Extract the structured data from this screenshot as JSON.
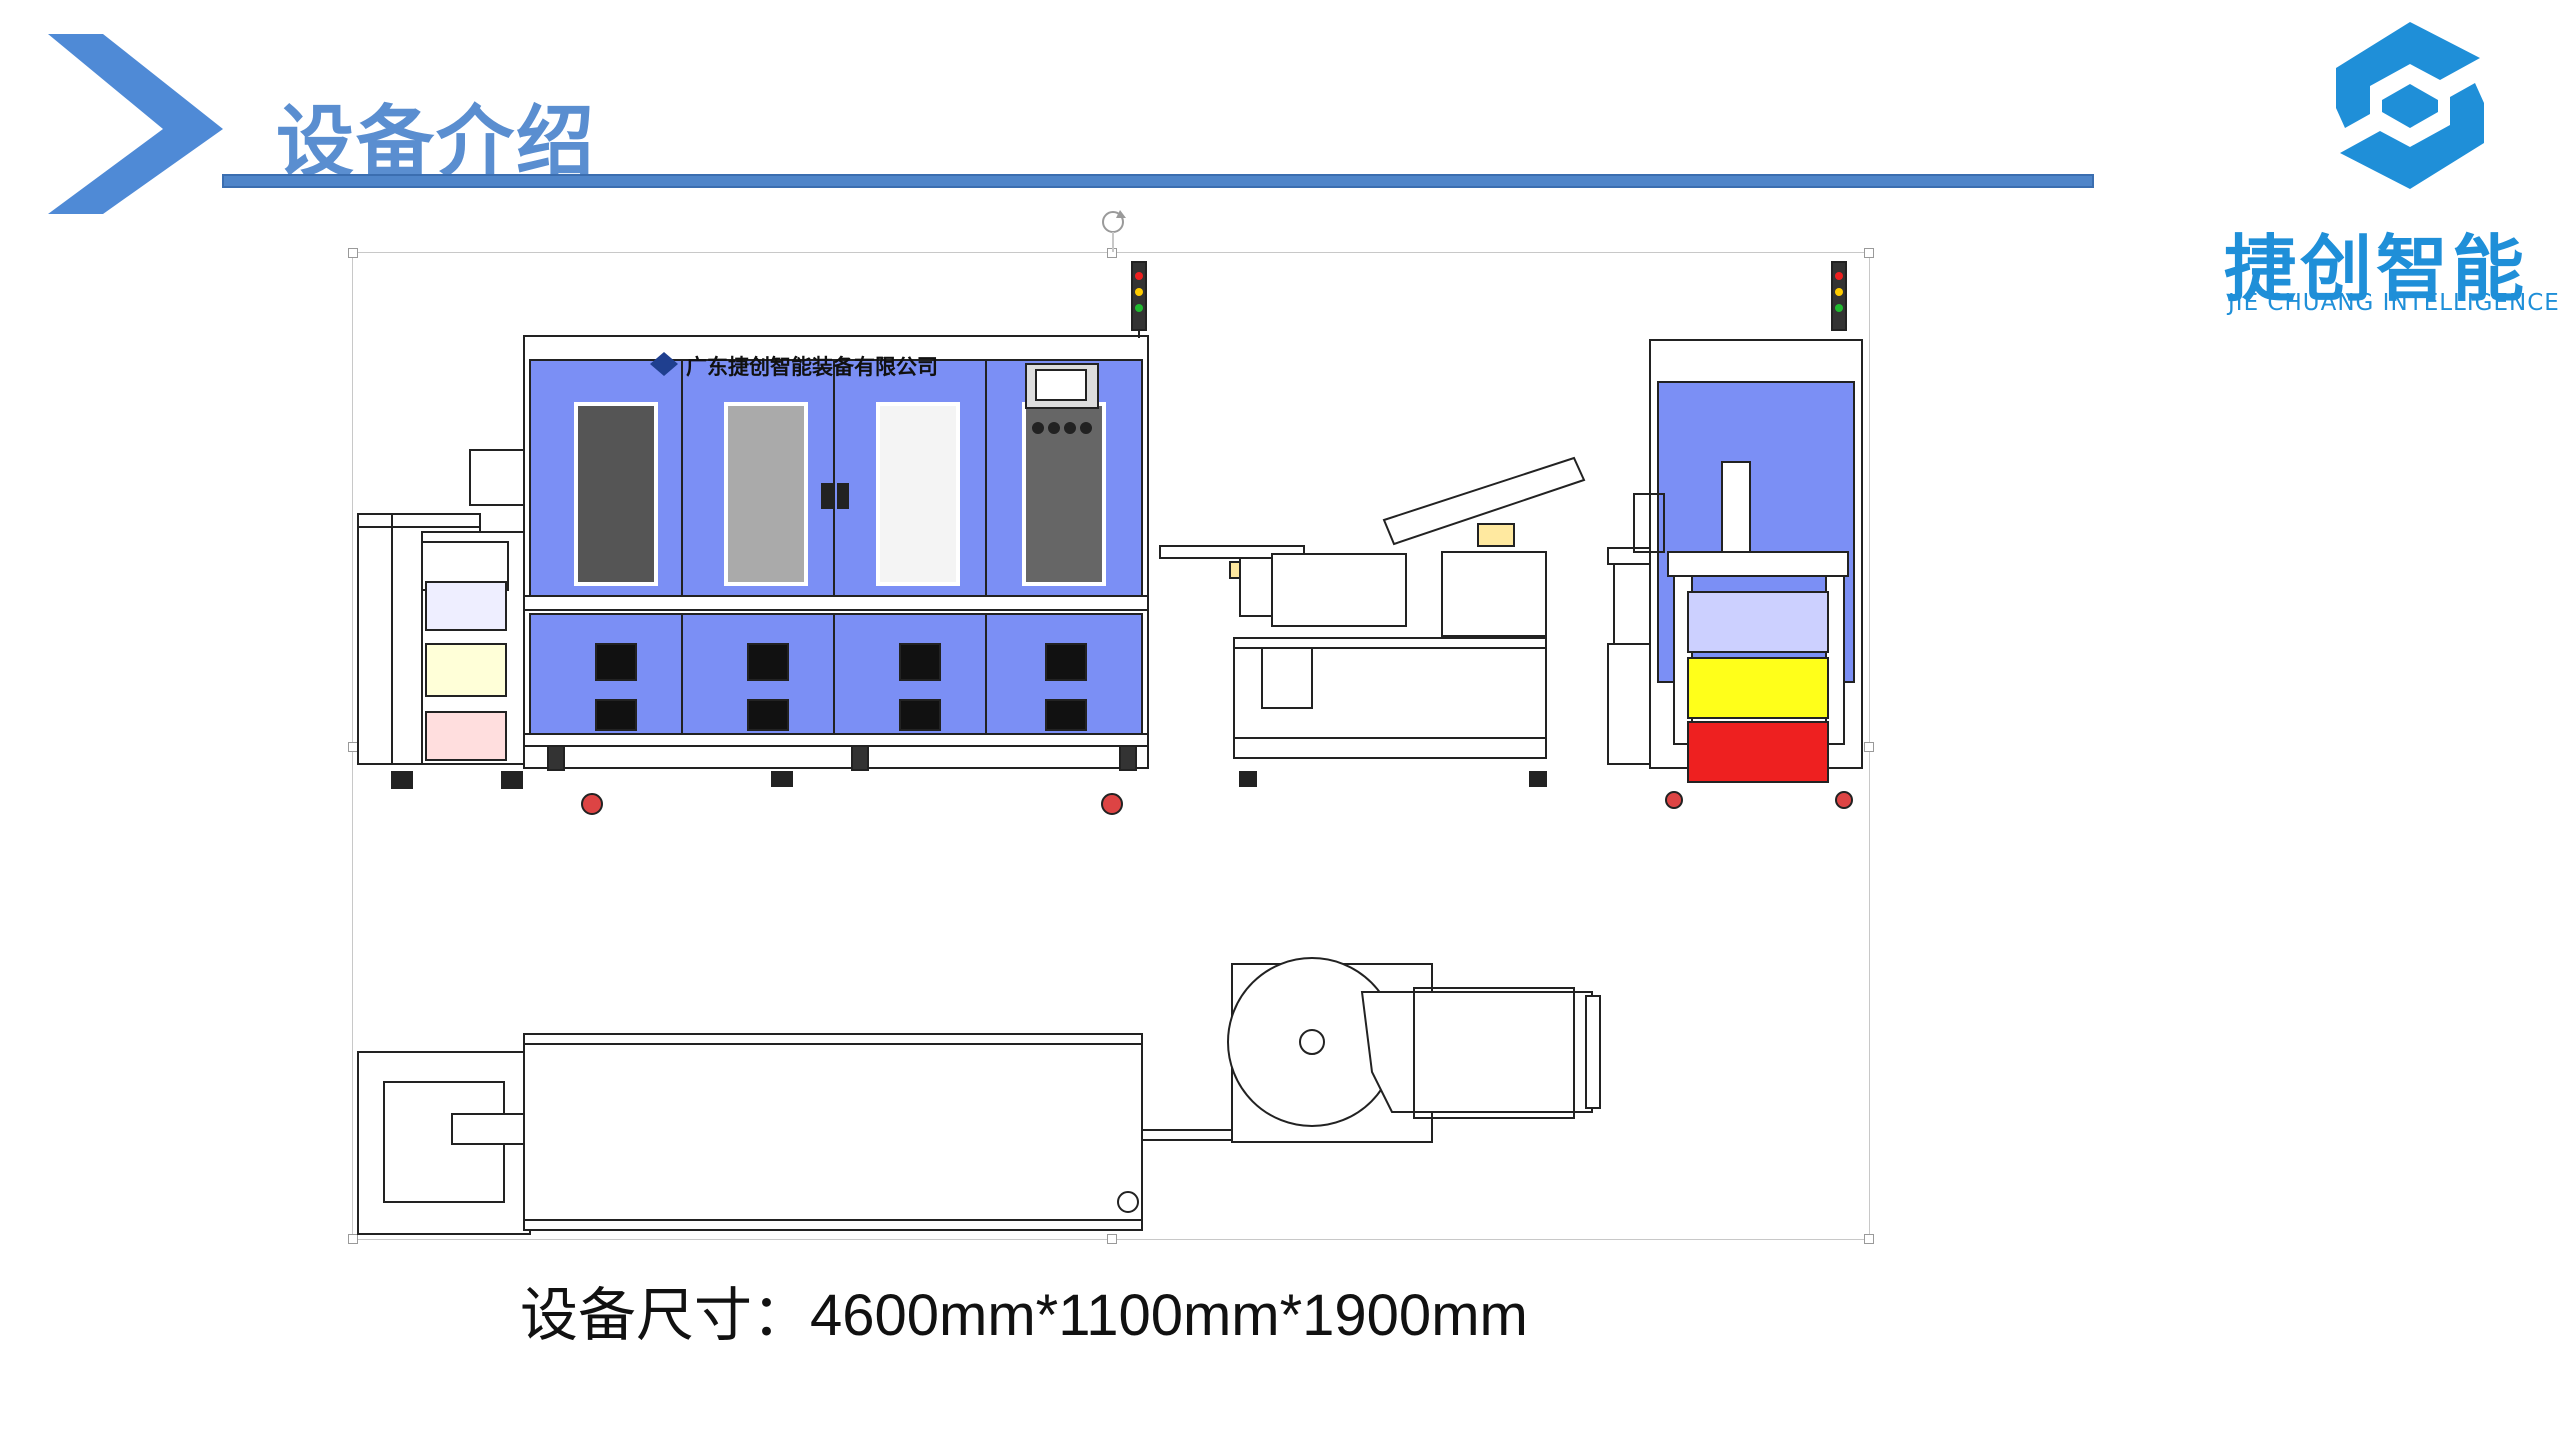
{
  "header": {
    "title": "设备介绍"
  },
  "logo": {
    "cn": "捷创智能",
    "en": "JIE CHUANG INTELLIGENCE"
  },
  "machine": {
    "nameplate": "广东捷创智能装备有限公司"
  },
  "specs": {
    "label": "设备尺寸：",
    "value": "4600mm*1100mm*1900mm"
  },
  "colors": {
    "accent": "#4f85c9",
    "brand": "#1f8fd8",
    "panel_blue": "#7b8ff5",
    "yellow": "#ffff1a",
    "red": "#ee2020"
  },
  "icons": [
    "chevron-right-icon",
    "logo-mark-icon",
    "rotate-handle-icon",
    "signal-tower-icon"
  ]
}
